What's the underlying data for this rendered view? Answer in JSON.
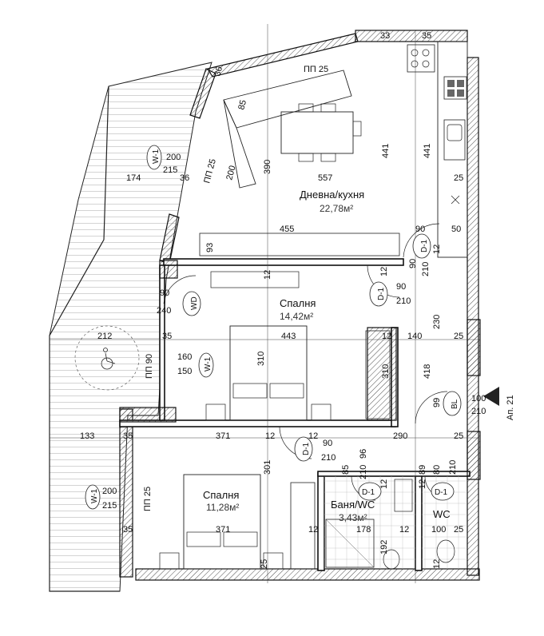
{
  "rooms": {
    "living": {
      "name": "Дневна/кухня",
      "area": "22,78м²"
    },
    "bedroom1": {
      "name": "Спалня",
      "area": "14,42м²"
    },
    "bedroom2": {
      "name": "Спалня",
      "area": "11,28м²"
    },
    "bath": {
      "name": "Баня/WC",
      "area": "3,43м²"
    },
    "wc": {
      "name": "WC"
    }
  },
  "labels": {
    "pp25_top": "ПП 25",
    "pp25_left_top": "ПП 25",
    "pp90": "ПП 90",
    "pp25_bottom": "ПП 25",
    "apartment": "Ап. 21",
    "wd": "WD",
    "bl": "BL",
    "d1": "D-1",
    "w1": "W-1"
  },
  "dims": {
    "d33a": "33",
    "d35a": "35",
    "d36": "36",
    "d85": "85",
    "d200a": "200",
    "d215a": "215",
    "d174": "174",
    "d36b": "36",
    "d200b": "200",
    "d390": "390",
    "d557": "557",
    "d441a": "441",
    "d441b": "441",
    "d25a": "25",
    "d455": "455",
    "d90a": "90",
    "d50": "50",
    "d93": "93",
    "d12a": "12",
    "d90b": "90",
    "d210a": "210",
    "d12b": "12",
    "d12c": "12",
    "d90c": "90",
    "d240": "240",
    "d90d": "90",
    "d210b": "210",
    "d212": "212",
    "d35b": "35",
    "d443": "443",
    "d12d": "12",
    "d140": "140",
    "d25b": "25",
    "d230": "230",
    "d160": "160",
    "d150": "150",
    "d310a": "310",
    "d310b": "310",
    "d418": "418",
    "d99": "99",
    "d100a": "100",
    "d210c": "210",
    "d133": "133",
    "d35c": "35",
    "d371a": "371",
    "d12e": "12",
    "d290": "290",
    "d25c": "25",
    "d12f": "12",
    "d90e": "90",
    "d210d": "210",
    "d301": "301",
    "d85b": "85",
    "d96": "96",
    "d210e": "210",
    "d12g": "12",
    "d80": "80",
    "d89": "89",
    "d210f": "210",
    "d12h": "12",
    "d200c": "200",
    "d215c": "215",
    "d35d": "35",
    "d371b": "371",
    "d12i": "12",
    "d178": "178",
    "d12j": "12",
    "d100b": "100",
    "d25d": "25",
    "d192": "192",
    "d25e": "25",
    "d12k": "12"
  }
}
